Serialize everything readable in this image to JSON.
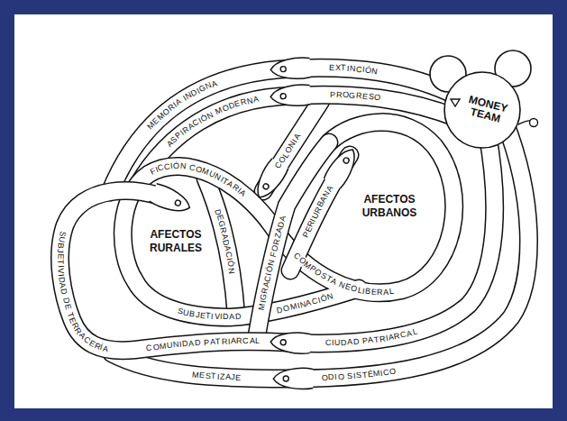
{
  "diagram": {
    "nodes": [
      {
        "text": [
          "MONEY TEAM"
        ]
      },
      {
        "text": [
          "AFECTOS RURALES"
        ]
      },
      {
        "text": [
          "AFECTOS URBANOS"
        ]
      }
    ],
    "labels": [
      "MEMORIA INDIGNA",
      "EXTINCIÓN",
      "ASPIRACIÓN MODERNA",
      "PROGRESO",
      "FICCIÓN COMUNITARIA",
      "COLONIA",
      "SUBJETIVIDAD DE TERRACERÍA",
      "DEGRADACIÓN",
      "MIGRACIÓN FORZADA",
      "PERIURBANA",
      "COMPOSTA NEOLIBERAL",
      "SUBJETIVIDAD",
      "DOMINACIÓN",
      "COMUNIDAD PATRIARCAL",
      "CIUDAD PATRIARCAL",
      "MESTIZAJE",
      "ODIO SISTÉMICO"
    ]
  }
}
